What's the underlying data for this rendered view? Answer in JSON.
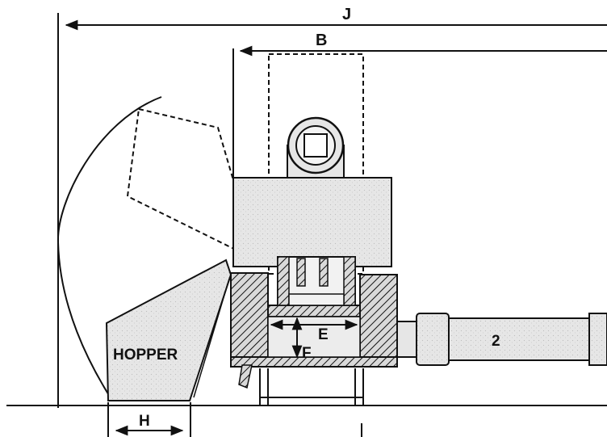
{
  "labels": {
    "j": "J",
    "b": "B",
    "e": "E",
    "f": "F",
    "h": "H",
    "hopper": "HOPPER",
    "part_2": "2"
  },
  "colors": {
    "ink": "#111111",
    "hatch_fill": "#d0d0d0",
    "body_fill": "#e4e4e4",
    "background": "#ffffff"
  }
}
